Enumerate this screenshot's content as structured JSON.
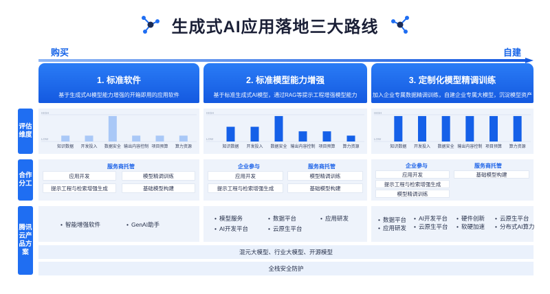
{
  "page": {
    "title": "生成式AI应用落地三大路线"
  },
  "direction": {
    "left": "购买",
    "right": "自建"
  },
  "routes": [
    {
      "title": "1.  标准软件",
      "subtitle": "基于生成式AI模型能力增强的开箱即用的应用软件"
    },
    {
      "title": "2.  标准模型能力增强",
      "subtitle": "基于标准生成式AI模型，通过RAG等提示工程增强模型能力"
    },
    {
      "title": "3.  定制化模型精调训练",
      "subtitle": "加入企业专属数据精调训练，自建企业专属大模型，沉淀模型资产"
    }
  ],
  "row_labels": {
    "evaluation": "评估维度",
    "collaboration": "合作分工",
    "products": "腾讯云产品方案"
  },
  "chart_data": [
    {
      "type": "bar",
      "categories": [
        "知识数据",
        "开发投入",
        "数据安全",
        "输出内容控制",
        "项目预算",
        "算力资源"
      ],
      "values": [
        0.22,
        0.22,
        0.95,
        0.22,
        0.22,
        0.22
      ],
      "ylim": [
        0,
        1
      ],
      "high_label": "HIGH",
      "low_label": "LOW"
    },
    {
      "type": "bar",
      "categories": [
        "知识数据",
        "开发投入",
        "数据安全",
        "输出内容控制",
        "项目预算",
        "算力资源"
      ],
      "values": [
        0.55,
        0.55,
        0.95,
        0.38,
        0.38,
        0.22
      ],
      "ylim": [
        0,
        1
      ],
      "high_label": "HIGH",
      "low_label": "LOW"
    },
    {
      "type": "bar",
      "categories": [
        "知识数据",
        "开发投入",
        "数据安全",
        "输出内容控制",
        "项目预算",
        "算力资源"
      ],
      "values": [
        0.95,
        0.95,
        0.95,
        0.95,
        0.95,
        0.95
      ],
      "ylim": [
        0,
        1
      ],
      "high_label": "HIGH",
      "low_label": "LOW"
    }
  ],
  "collab": [
    {
      "headings": [
        "服务商托管"
      ],
      "items": [
        "应用开发",
        "模型精调训练",
        "提示工程与检索增强生成",
        "基础模型构建"
      ]
    },
    {
      "headings": [
        "企业参与",
        "服务商托管"
      ],
      "items": [
        "应用开发",
        "模型精调训练",
        "提示工程与检索增强生成",
        "基础模型构建"
      ]
    },
    {
      "headings": [
        "企业参与",
        "服务商托管"
      ],
      "items": [
        "应用开发",
        "基础模型构建",
        "提示工程与检索增强生成",
        "模型精调训练"
      ]
    }
  ],
  "products": [
    [
      "智能增强软件",
      "GenAI助手"
    ],
    [
      "模型服务",
      "数据平台",
      "应用研发",
      "AI开发平台",
      "云原生平台"
    ],
    [
      "数据平台",
      "AI开发平台",
      "硬件创新",
      "云原生平台",
      "应用研发",
      "云原生平台",
      "软硬加速",
      "分布式AI算力"
    ]
  ],
  "bottom": {
    "models": "混元大模型、行业大模型、开源模型",
    "security": "全栈安全防护"
  },
  "colors": {
    "accent": "#1f6ef2",
    "bar_light": "#a9c8f7",
    "bar_dark": "#1560e8",
    "panel": "#eef3fb"
  }
}
